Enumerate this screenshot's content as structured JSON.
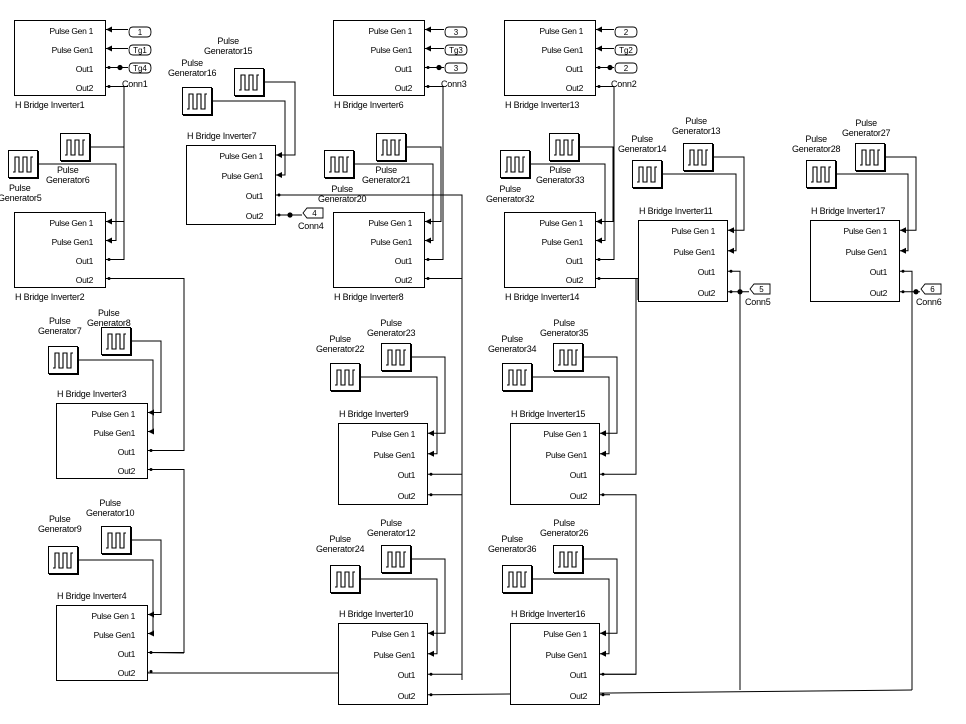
{
  "hbridge": [
    {
      "id": "hb1",
      "name": "H Bridge Inverter1",
      "inputs": [
        "Pulse Gen 1",
        "Pulse Gen1"
      ],
      "outputs": [
        "Out1",
        "Out2"
      ]
    },
    {
      "id": "hb2",
      "name": "H Bridge Inverter2",
      "inputs": [
        "Pulse Gen 1",
        "Pulse Gen1"
      ],
      "outputs": [
        "Out1",
        "Out2"
      ]
    },
    {
      "id": "hb3",
      "name": "H Bridge Inverter3",
      "inputs": [
        "Pulse Gen 1",
        "Pulse Gen1"
      ],
      "outputs": [
        "Out1",
        "Out2"
      ]
    },
    {
      "id": "hb4",
      "name": "H Bridge Inverter4",
      "inputs": [
        "Pulse Gen 1",
        "Pulse Gen1"
      ],
      "outputs": [
        "Out1",
        "Out2"
      ]
    },
    {
      "id": "hb7",
      "name": "H Bridge Inverter7",
      "inputs": [
        "Pulse Gen 1",
        "Pulse Gen1"
      ],
      "outputs": [
        "Out1",
        "Out2"
      ]
    },
    {
      "id": "hb6",
      "name": "H Bridge Inverter6",
      "inputs": [
        "Pulse Gen 1",
        "Pulse Gen1"
      ],
      "outputs": [
        "Out1",
        "Out2"
      ]
    },
    {
      "id": "hb8",
      "name": "H Bridge Inverter8",
      "inputs": [
        "Pulse Gen 1",
        "Pulse Gen1"
      ],
      "outputs": [
        "Out1",
        "Out2"
      ]
    },
    {
      "id": "hb9",
      "name": "H Bridge Inverter9",
      "inputs": [
        "Pulse Gen 1",
        "Pulse Gen1"
      ],
      "outputs": [
        "Out1",
        "Out2"
      ]
    },
    {
      "id": "hb10",
      "name": "H Bridge Inverter10",
      "inputs": [
        "Pulse Gen 1",
        "Pulse Gen1"
      ],
      "outputs": [
        "Out1",
        "Out2"
      ]
    },
    {
      "id": "hb13",
      "name": "H Bridge Inverter13",
      "inputs": [
        "Pulse Gen 1",
        "Pulse Gen1"
      ],
      "outputs": [
        "Out1",
        "Out2"
      ]
    },
    {
      "id": "hb14",
      "name": "H Bridge Inverter14",
      "inputs": [
        "Pulse Gen 1",
        "Pulse Gen1"
      ],
      "outputs": [
        "Out1",
        "Out2"
      ]
    },
    {
      "id": "hb15",
      "name": "H Bridge Inverter15",
      "inputs": [
        "Pulse Gen 1",
        "Pulse Gen1"
      ],
      "outputs": [
        "Out1",
        "Out2"
      ]
    },
    {
      "id": "hb16",
      "name": "H Bridge Inverter16",
      "inputs": [
        "Pulse Gen 1",
        "Pulse Gen1"
      ],
      "outputs": [
        "Out1",
        "Out2"
      ]
    },
    {
      "id": "hb11",
      "name": "H Bridge Inverter11",
      "inputs": [
        "Pulse Gen 1",
        "Pulse Gen1"
      ],
      "outputs": [
        "Out1",
        "Out2"
      ]
    },
    {
      "id": "hb17",
      "name": "H Bridge Inverter17",
      "inputs": [
        "Pulse Gen 1",
        "Pulse Gen1"
      ],
      "outputs": [
        "Out1",
        "Out2"
      ]
    }
  ],
  "pulse_generators": [
    {
      "id": "pg6",
      "label": "Pulse Generator6"
    },
    {
      "id": "pg5",
      "label": "Pulse Generator5"
    },
    {
      "id": "pg8",
      "label": "Pulse Generator8"
    },
    {
      "id": "pg7",
      "label": "Pulse Generator7"
    },
    {
      "id": "pg10",
      "label": "Pulse Generator10"
    },
    {
      "id": "pg9",
      "label": "Pulse Generator9"
    },
    {
      "id": "pg15",
      "label": "Pulse Generator15"
    },
    {
      "id": "pg16",
      "label": "Pulse Generator16"
    },
    {
      "id": "pg21",
      "label": "Pulse Generator21"
    },
    {
      "id": "pg20",
      "label": "Pulse Generator20"
    },
    {
      "id": "pg23",
      "label": "Pulse Generator23"
    },
    {
      "id": "pg22",
      "label": "Pulse Generator22"
    },
    {
      "id": "pg12",
      "label": "Pulse Generator12"
    },
    {
      "id": "pg24",
      "label": "Pulse Generator24"
    },
    {
      "id": "pg33",
      "label": "Pulse Generator33"
    },
    {
      "id": "pg32",
      "label": "Pulse Generator32"
    },
    {
      "id": "pg35",
      "label": "Pulse Generator35"
    },
    {
      "id": "pg34",
      "label": "Pulse Generator34"
    },
    {
      "id": "pg26",
      "label": "Pulse Generator26"
    },
    {
      "id": "pg36",
      "label": "Pulse Generator36"
    },
    {
      "id": "pg13",
      "label": "Pulse Generator13"
    },
    {
      "id": "pg14",
      "label": "Pulse Generator14"
    },
    {
      "id": "pg27",
      "label": "Pulse Generator27"
    },
    {
      "id": "pg28",
      "label": "Pulse Generator28"
    }
  ],
  "tags": [
    {
      "id": "t1",
      "text": "1"
    },
    {
      "id": "t2",
      "text": "Tg1"
    },
    {
      "id": "t3",
      "text": "Tg4"
    },
    {
      "id": "t4",
      "text": "3"
    },
    {
      "id": "t5",
      "text": "Tg3"
    },
    {
      "id": "t6",
      "text": "3"
    },
    {
      "id": "t7",
      "text": "2"
    },
    {
      "id": "t8",
      "text": "Tg2"
    },
    {
      "id": "t9",
      "text": "2"
    }
  ],
  "connectors": [
    {
      "id": "c1",
      "label": "Conn1"
    },
    {
      "id": "c3",
      "label": "Conn3"
    },
    {
      "id": "c2",
      "label": "Conn2"
    },
    {
      "id": "c4",
      "label": "Conn4",
      "num": "4"
    },
    {
      "id": "c5",
      "label": "Conn5",
      "num": "5"
    },
    {
      "id": "c6",
      "label": "Conn6",
      "num": "6"
    }
  ]
}
